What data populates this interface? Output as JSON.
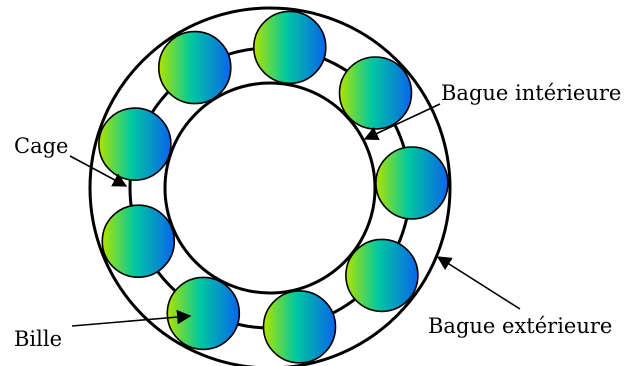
{
  "diagram": {
    "labels": {
      "inner_ring": "Bague intérieure",
      "cage": "Cage",
      "outer_ring": "Bague extérieure",
      "ball": "Bille"
    },
    "ball_count": 9,
    "colors": {
      "ball_gradient": [
        "#a0e000",
        "#00c8a0",
        "#0a6ae8"
      ],
      "stroke": "#000000",
      "background": "#ffffff"
    }
  }
}
